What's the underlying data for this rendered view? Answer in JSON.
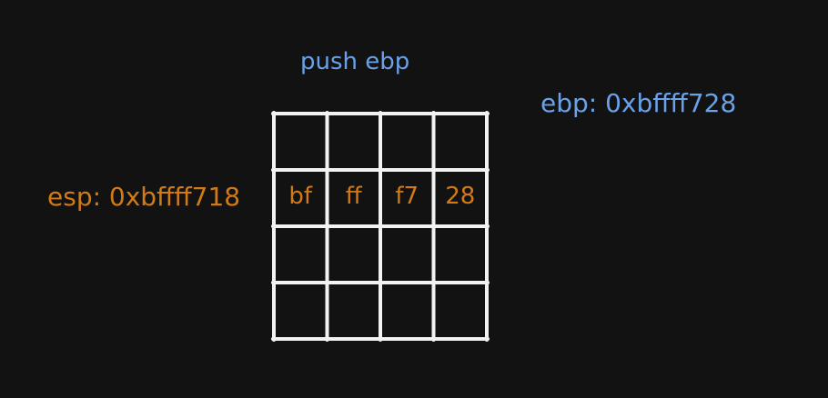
{
  "instruction": "push ebp",
  "registers": {
    "ebp": "ebp: 0xbffff728",
    "esp": "esp: 0xbffff718"
  },
  "stack": {
    "rows": [
      [
        "",
        "",
        "",
        ""
      ],
      [
        "bf",
        "ff",
        "f7",
        "28"
      ],
      [
        "",
        "",
        "",
        ""
      ],
      [
        "",
        "",
        "",
        ""
      ]
    ]
  },
  "colors": {
    "background": "#121212",
    "grid_lines": "#f2f2f2",
    "instruction_text": "#6aa1e8",
    "ebp_text": "#6aa1e8",
    "esp_text": "#d07a18",
    "stack_bytes": "#d07a18"
  }
}
